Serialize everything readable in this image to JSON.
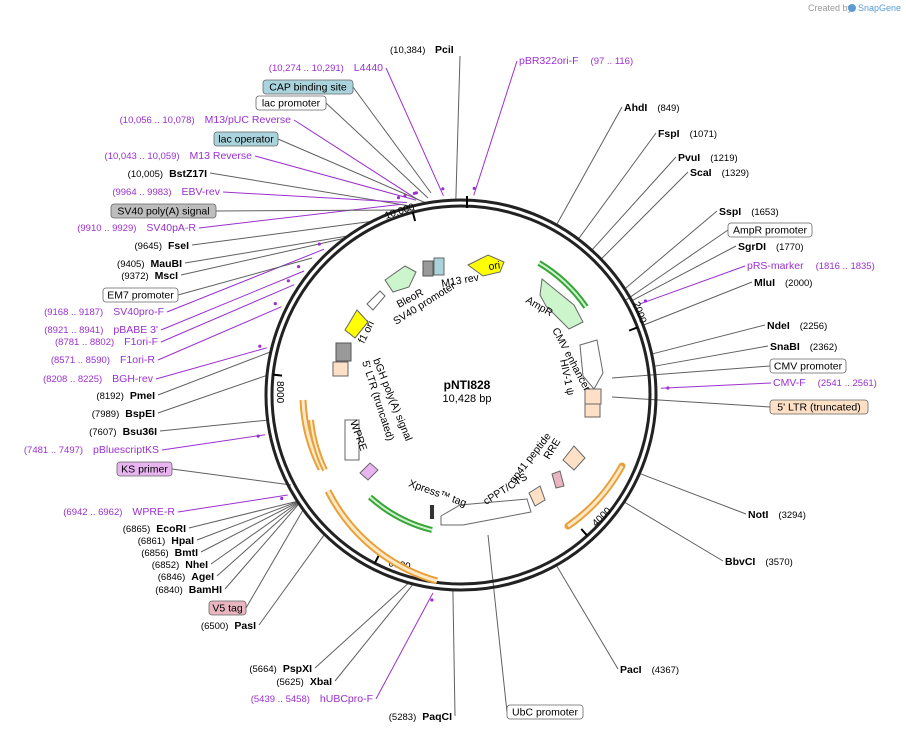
{
  "watermark": {
    "created_by": "Created by",
    "brand": "SnapGene",
    "brand_color": "#5b9bd5"
  },
  "plasmid": {
    "name": "pNTI828",
    "size_label": "10,428 bp",
    "length": 10428
  },
  "ring_ticks": [
    {
      "label": "2000",
      "pos": 2000
    },
    {
      "label": "4000",
      "pos": 4000
    },
    {
      "label": "6000",
      "pos": 6000
    },
    {
      "label": "8000",
      "pos": 8000
    },
    {
      "label": "10,000",
      "pos": 10000
    }
  ],
  "enzymes": [
    {
      "name": "PciI",
      "pos_label": "(10,384)",
      "pos": 10384,
      "side": "top"
    },
    {
      "name": "AhdI",
      "pos_label": "(849)",
      "pos": 849,
      "side": "right"
    },
    {
      "name": "FspI",
      "pos_label": "(1071)",
      "pos": 1071,
      "side": "right"
    },
    {
      "name": "PvuI",
      "pos_label": "(1219)",
      "pos": 1219,
      "side": "right"
    },
    {
      "name": "ScaI",
      "pos_label": "(1329)",
      "pos": 1329,
      "side": "right"
    },
    {
      "name": "SspI",
      "pos_label": "(1653)",
      "pos": 1653,
      "side": "right"
    },
    {
      "name": "SgrDI",
      "pos_label": "(1770)",
      "pos": 1770,
      "side": "right"
    },
    {
      "name": "MluI",
      "pos_label": "(2000)",
      "pos": 2000,
      "side": "right"
    },
    {
      "name": "NdeI",
      "pos_label": "(2256)",
      "pos": 2256,
      "side": "right"
    },
    {
      "name": "SnaBI",
      "pos_label": "(2362)",
      "pos": 2362,
      "side": "right"
    },
    {
      "name": "NotI",
      "pos_label": "(3294)",
      "pos": 3294,
      "side": "right"
    },
    {
      "name": "BbvCI",
      "pos_label": "(3570)",
      "pos": 3570,
      "side": "right"
    },
    {
      "name": "PacI",
      "pos_label": "(4367)",
      "pos": 4367,
      "side": "right"
    },
    {
      "name": "PaqCI",
      "pos_label": "(5283)",
      "pos": 5283,
      "side": "left"
    },
    {
      "name": "XbaI",
      "pos_label": "(5625)",
      "pos": 5625,
      "side": "left"
    },
    {
      "name": "PspXI",
      "pos_label": "(5664)",
      "pos": 5664,
      "side": "left"
    },
    {
      "name": "PasI",
      "pos_label": "(6500)",
      "pos": 6500,
      "side": "left"
    },
    {
      "name": "BamHI",
      "pos_label": "(6840)",
      "pos": 6840,
      "side": "left"
    },
    {
      "name": "AgeI",
      "pos_label": "(6846)",
      "pos": 6846,
      "side": "left"
    },
    {
      "name": "NheI",
      "pos_label": "(6852)",
      "pos": 6852,
      "side": "left"
    },
    {
      "name": "BmtI",
      "pos_label": "(6856)",
      "pos": 6856,
      "side": "left"
    },
    {
      "name": "HpaI",
      "pos_label": "(6861)",
      "pos": 6861,
      "side": "left"
    },
    {
      "name": "EcoRI",
      "pos_label": "(6865)",
      "pos": 6865,
      "side": "left"
    },
    {
      "name": "Bsu36I",
      "pos_label": "(7607)",
      "pos": 7607,
      "side": "left"
    },
    {
      "name": "BspEI",
      "pos_label": "(7989)",
      "pos": 7989,
      "side": "left"
    },
    {
      "name": "PmeI",
      "pos_label": "(8192)",
      "pos": 8192,
      "side": "left"
    },
    {
      "name": "MscI",
      "pos_label": "(9372)",
      "pos": 9372,
      "side": "left"
    },
    {
      "name": "MauBI",
      "pos_label": "(9405)",
      "pos": 9405,
      "side": "left"
    },
    {
      "name": "FseI",
      "pos_label": "(9645)",
      "pos": 9645,
      "side": "left"
    },
    {
      "name": "BstZ17I",
      "pos_label": "(10,005)",
      "pos": 10005,
      "side": "left"
    }
  ],
  "primers": [
    {
      "name": "pBR322ori-F",
      "range": "(97 .. 116)",
      "pos": 106
    },
    {
      "name": "pRS-marker",
      "range": "(1816 .. 1835)",
      "pos": 1825
    },
    {
      "name": "CMV-F",
      "range": "(2541 .. 2561)",
      "pos": 2551
    },
    {
      "name": "hUBCpro-F",
      "range": "(5439 .. 5458)",
      "pos": 5448
    },
    {
      "name": "WPRE-R",
      "range": "(6942 .. 6962)",
      "pos": 6952
    },
    {
      "name": "pBluescriptKS",
      "range": "(7481 .. 7497)",
      "pos": 7489
    },
    {
      "name": "BGH-rev",
      "range": "(8208 .. 8225)",
      "pos": 8216
    },
    {
      "name": "F1ori-R",
      "range": "(8571 .. 8590)",
      "pos": 8580
    },
    {
      "name": "F1ori-F",
      "range": "(8781 .. 8802)",
      "pos": 8791
    },
    {
      "name": "pBABE 3'",
      "range": "(8921 .. 8941)",
      "pos": 8931
    },
    {
      "name": "SV40pro-F",
      "range": "(9168 .. 9187)",
      "pos": 9177
    },
    {
      "name": "SV40pA-R",
      "range": "(9910 .. 9929)",
      "pos": 9919
    },
    {
      "name": "EBV-rev",
      "range": "(9964 .. 9983)",
      "pos": 9973
    },
    {
      "name": "M13 Reverse",
      "range": "(10,043 .. 10,059)",
      "pos": 10051
    },
    {
      "name": "M13/pUC Reverse",
      "range": "(10,056 .. 10,078)",
      "pos": 10067
    },
    {
      "name": "L4440",
      "range": "(10,274 .. 10,291)",
      "pos": 10282
    }
  ],
  "boxed_labels": [
    {
      "text": "CAP binding site",
      "fill": "#a9d4dd"
    },
    {
      "text": "lac promoter",
      "fill": "#ffffff"
    },
    {
      "text": "lac operator",
      "fill": "#a9d4dd"
    },
    {
      "text": "SV40 poly(A) signal",
      "fill": "#bdbdbd"
    },
    {
      "text": "EM7 promoter",
      "fill": "#ffffff"
    },
    {
      "text": "KS primer",
      "fill": "#e8b4f0"
    },
    {
      "text": "V5 tag",
      "fill": "#e8b5c0"
    },
    {
      "text": "AmpR promoter",
      "fill": "#ffffff"
    },
    {
      "text": "CMV promoter",
      "fill": "#ffffff"
    },
    {
      "text": "5' LTR (truncated)",
      "fill": "#fde0c5"
    },
    {
      "text": "UbC promoter",
      "fill": "#ffffff"
    }
  ],
  "inner_features": [
    {
      "name": "ori",
      "fill": "#ffff00"
    },
    {
      "name": "M13 rev",
      "fill": "none"
    },
    {
      "name": "BleoR",
      "fill": "#ccf5cc"
    },
    {
      "name": "SV40 promoter",
      "fill": "#ffffff"
    },
    {
      "name": "f1 ori",
      "fill": "#ffff00"
    },
    {
      "name": "AmpR",
      "fill": "#ccf5cc"
    },
    {
      "name": "CMV enhancer",
      "fill": "#ffffff"
    },
    {
      "name": "HIV-1 ψ",
      "fill": "#ffffff"
    },
    {
      "name": "RRE",
      "fill": "#fde0c5"
    },
    {
      "name": "gp41 peptide",
      "fill": "#fde0c5"
    },
    {
      "name": "cPPT/CTS",
      "fill": "#ffffff"
    },
    {
      "name": "Xpress™ tag",
      "fill": "#ffffff"
    },
    {
      "name": "WPRE",
      "fill": "#ffffff"
    },
    {
      "name": "5' LTR (truncated)",
      "fill": "#fde0c5"
    },
    {
      "name": "bGH poly(A) signal",
      "fill": "#bdbdbd"
    }
  ],
  "colors": {
    "enzyme_line": "#606060",
    "primer": "#9b30d0",
    "ring": "#222222",
    "orf_outline": "#e8a13a",
    "orf_fill": "#fde9c8",
    "green_outline": "#3aa33a"
  }
}
